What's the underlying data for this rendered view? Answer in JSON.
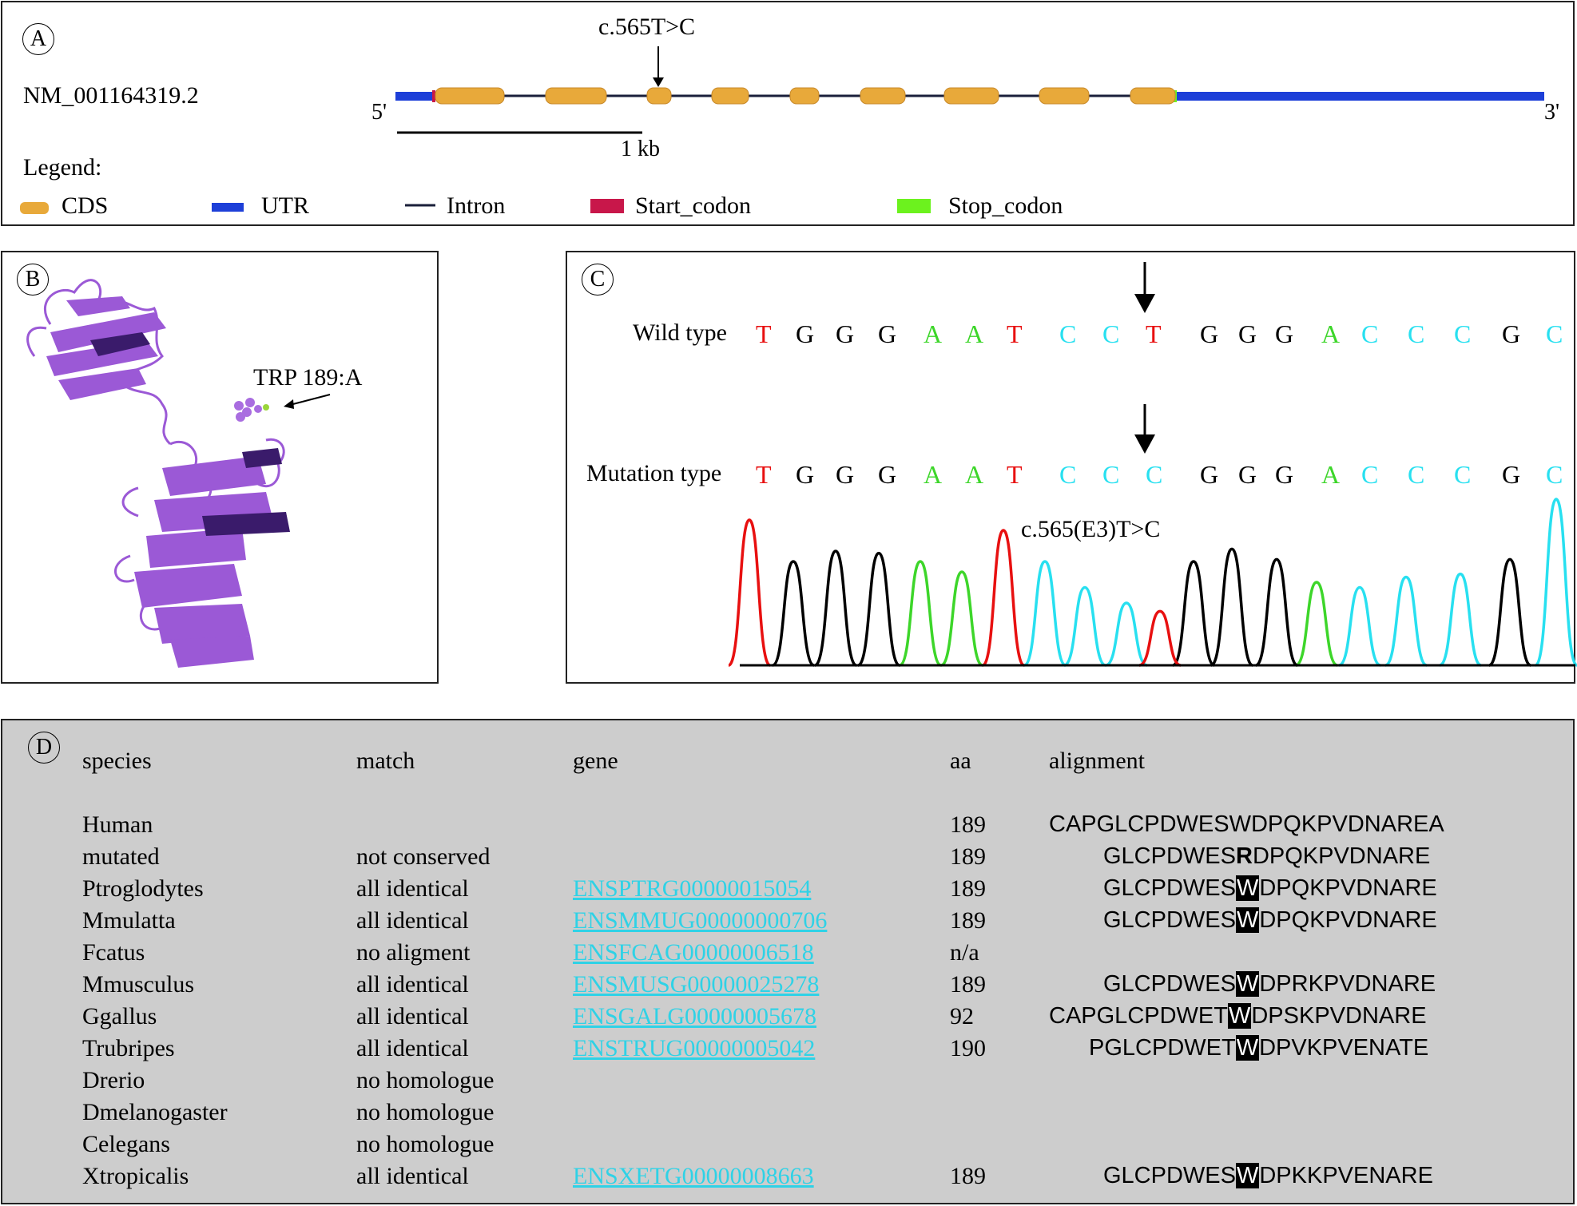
{
  "panel_a": {
    "label": "A",
    "transcript": "NM_001164319.2",
    "mutation_label": "c.565T>C",
    "five_prime": "5'",
    "three_prime": "3'",
    "scale_label": "1 kb",
    "legend_title": "Legend:",
    "legend": [
      {
        "label": "CDS",
        "color": "#e8a93a",
        "icon": "cds-swatch"
      },
      {
        "label": "UTR",
        "color": "#1d3fd8",
        "icon": "utr-swatch"
      },
      {
        "label": "Intron",
        "color": "#1a1f3a",
        "icon": "intron-swatch"
      },
      {
        "label": "Start_codon",
        "color": "#c8174a",
        "icon": "start-codon-swatch"
      },
      {
        "label": "Stop_codon",
        "color": "#6cf21e",
        "icon": "stop-codon-swatch"
      }
    ]
  },
  "panel_b": {
    "label": "B",
    "residue_label": "TRP 189:A",
    "structure_color": "#9b59d6"
  },
  "panel_c": {
    "label": "C",
    "wild_label": "Wild type",
    "mutation_label": "Mutation type",
    "chromatogram_label": "c.565(E3)T>C",
    "wild_sequence": [
      "T",
      "G",
      "G",
      "G",
      "A",
      "A",
      "T",
      "C",
      "C",
      "T",
      "G",
      "G",
      "G",
      "A",
      "C",
      "C",
      "C",
      "G",
      "C"
    ],
    "mutant_sequence": [
      "T",
      "G",
      "G",
      "G",
      "A",
      "A",
      "T",
      "C",
      "C",
      "C",
      "G",
      "G",
      "G",
      "A",
      "C",
      "C",
      "C",
      "G",
      "C"
    ],
    "base_colors": {
      "T": "#e81010",
      "G": "#000000",
      "A": "#3dd62a",
      "C": "#28e0f0"
    }
  },
  "panel_d": {
    "label": "D",
    "headers": {
      "species": "species",
      "match": "match",
      "gene": "gene",
      "aa": "aa",
      "alignment": "alignment"
    },
    "rows": [
      {
        "species": "Human",
        "match": "",
        "gene": "",
        "aa": "189",
        "pre": "CAPGLCPDWES",
        "res": "W",
        "post": "DPQKPVDNAREA",
        "style": "plain"
      },
      {
        "species": "mutated",
        "match": "not conserved",
        "gene": "",
        "aa": "189",
        "pre": "GLCPDWES",
        "res": "R",
        "post": "DPQKPVDNARE",
        "style": "bold"
      },
      {
        "species": "Ptroglodytes",
        "match": "all identical",
        "gene": "ENSPTRG00000015054",
        "aa": "189",
        "pre": "GLCPDWES",
        "res": "W",
        "post": "DPQKPVDNARE",
        "style": "hl"
      },
      {
        "species": "Mmulatta",
        "match": "all identical",
        "gene": "ENSMMUG00000000706",
        "aa": "189",
        "pre": "GLCPDWES",
        "res": "W",
        "post": "DPQKPVDNARE",
        "style": "hl"
      },
      {
        "species": "Fcatus",
        "match": "no aligment",
        "gene": "ENSFCAG00000006518",
        "aa": "n/a",
        "pre": "",
        "res": "",
        "post": "",
        "style": "none"
      },
      {
        "species": "Mmusculus",
        "match": "all identical",
        "gene": "ENSMUSG00000025278",
        "aa": "189",
        "pre": "GLCPDWES",
        "res": "W",
        "post": "DPRKPVDNARE",
        "style": "hl"
      },
      {
        "species": "Ggallus",
        "match": "all identical",
        "gene": "ENSGALG00000005678",
        "aa": "92",
        "pre": "CAPGLCPDWET",
        "res": "W",
        "post": "DPSKPVDNARE",
        "style": "hl"
      },
      {
        "species": "Trubripes",
        "match": "all identical",
        "gene": "ENSTRUG00000005042",
        "aa": "190",
        "pre": "PGLCPDWET",
        "res": "W",
        "post": "DPVKPVENATE",
        "style": "hl"
      },
      {
        "species": "Drerio",
        "match": "no homologue",
        "gene": "",
        "aa": "",
        "pre": "",
        "res": "",
        "post": "",
        "style": "none"
      },
      {
        "species": "Dmelanogaster",
        "match": "no homologue",
        "gene": "",
        "aa": "",
        "pre": "",
        "res": "",
        "post": "",
        "style": "none"
      },
      {
        "species": "Celegans",
        "match": "no homologue",
        "gene": "",
        "aa": "",
        "pre": "",
        "res": "",
        "post": "",
        "style": "none"
      },
      {
        "species": "Xtropicalis",
        "match": "all identical",
        "gene": "ENSXETG00000008663",
        "aa": "189",
        "pre": "GLCPDWES",
        "res": "W",
        "post": "DPKKPVENARE",
        "style": "hl"
      }
    ]
  }
}
